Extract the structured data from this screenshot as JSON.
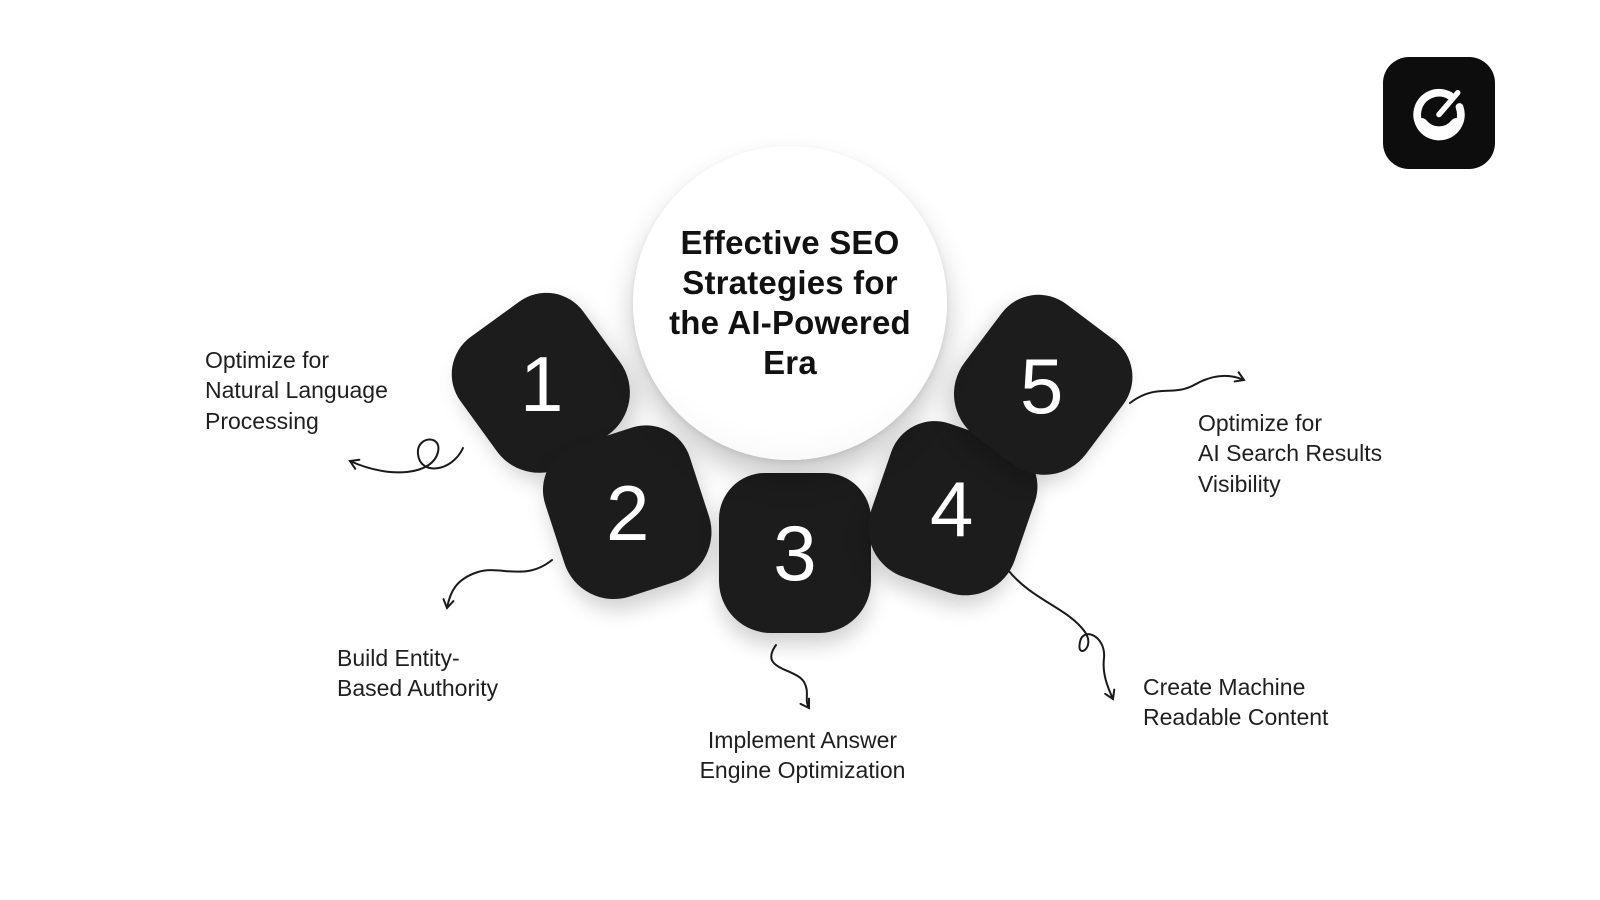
{
  "title": "Effective SEO\nStrategies for\nthe AI-Powered\nEra",
  "colors": {
    "petal": "#1c1c1c",
    "background": "#ffffff",
    "text": "#1a1a1a",
    "number": "#ffffff"
  },
  "logo": {
    "icon": "gauge-speedometer-logo"
  },
  "steps": [
    {
      "number": "1",
      "label": "Optimize for\nNatural Language\nProcessing"
    },
    {
      "number": "2",
      "label": "Build Entity-\nBased Authority"
    },
    {
      "number": "3",
      "label": "Implement Answer\nEngine Optimization"
    },
    {
      "number": "4",
      "label": "Create Machine\nReadable Content"
    },
    {
      "number": "5",
      "label": "Optimize for\nAI Search Results\nVisibility"
    }
  ]
}
